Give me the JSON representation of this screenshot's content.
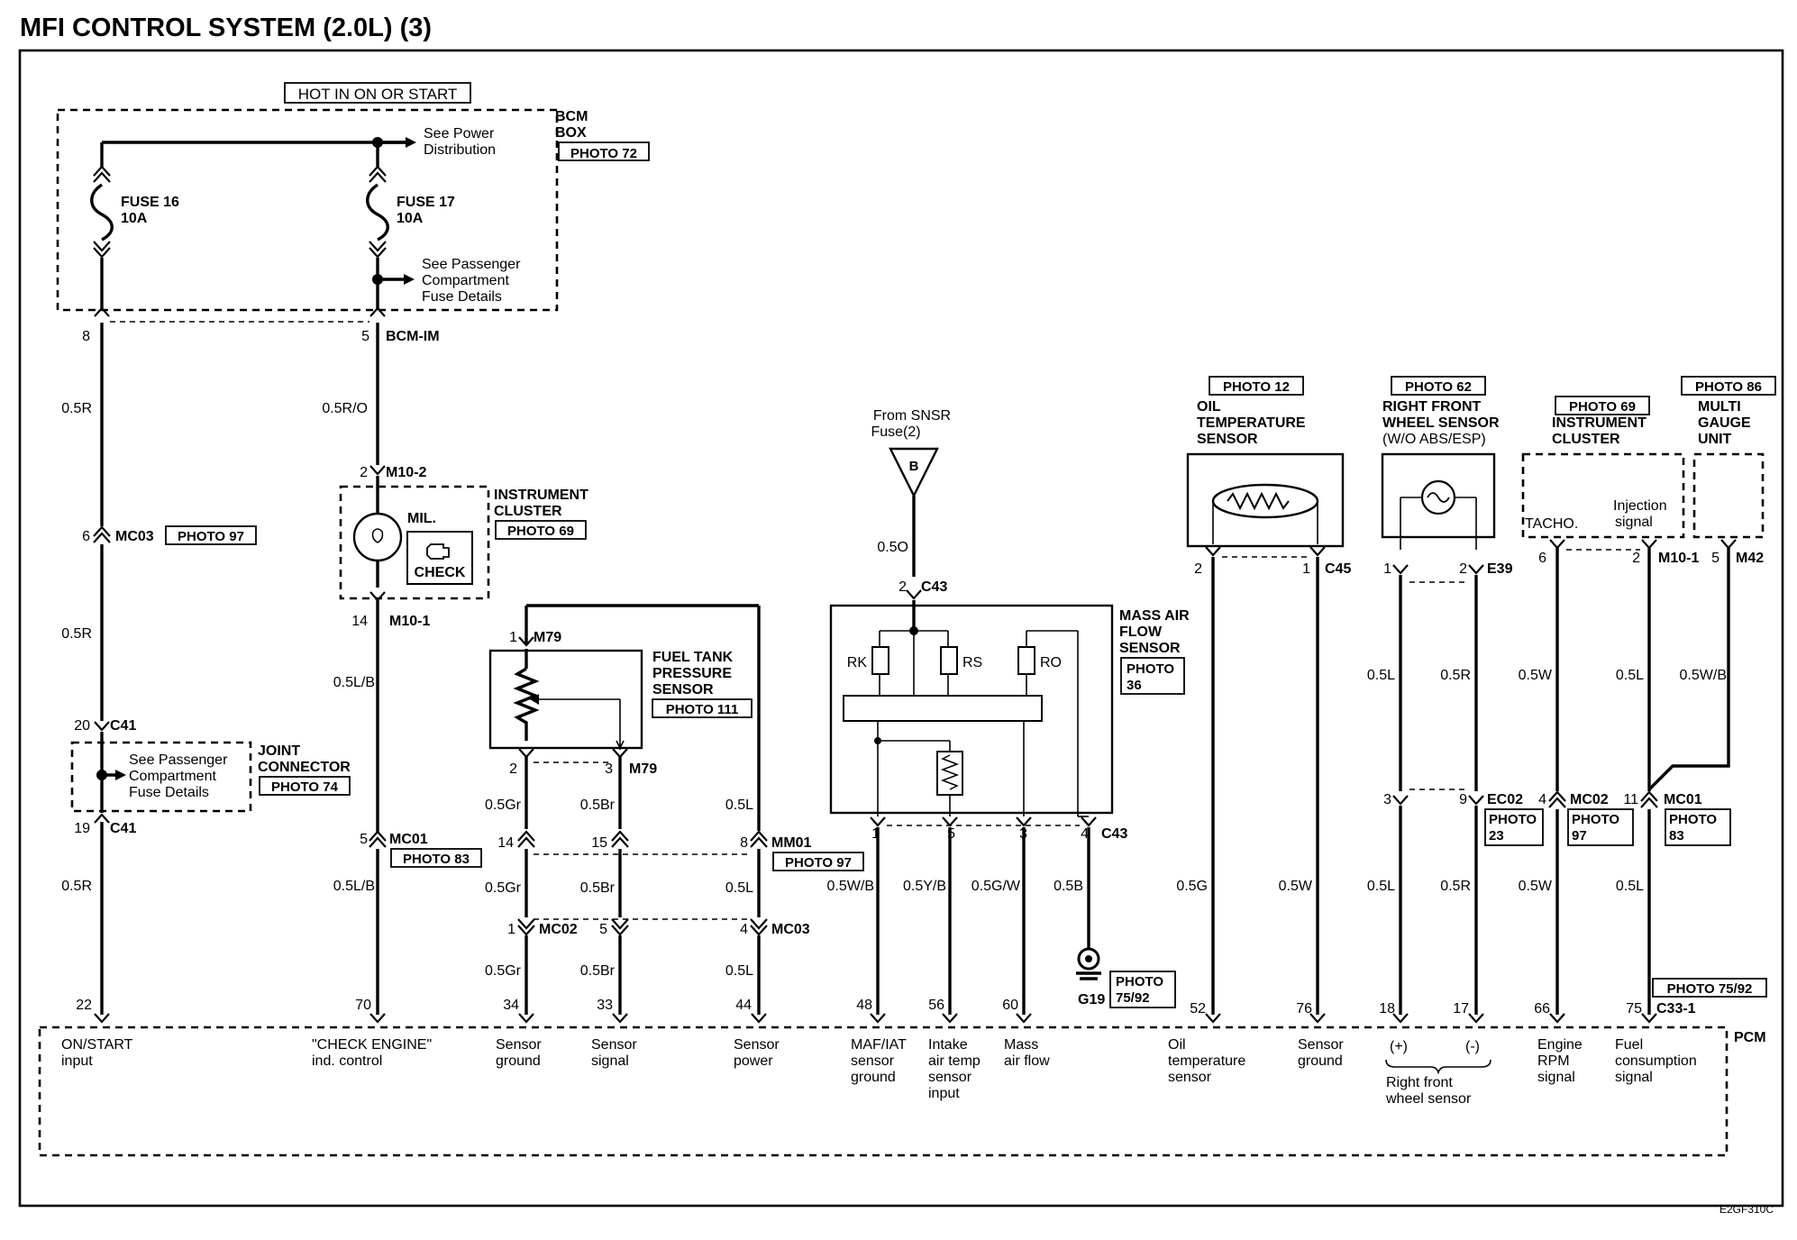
{
  "title": "MFI CONTROL SYSTEM (2.0L) (3)",
  "code": "E2GF310C",
  "top_label": "HOT IN ON OR START",
  "bcm": {
    "name_line1": "BCM",
    "name_line2": "BOX",
    "photo": "PHOTO 72",
    "fuse16_line1": "FUSE 16",
    "fuse16_line2": "10A",
    "fuse17_line1": "FUSE 17",
    "fuse17_line2": "10A",
    "power_line1": "See Power",
    "power_line2": "Distribution",
    "pass_line1": "See Passenger",
    "pass_line2": "Compartment",
    "pass_line3": "Fuse Details",
    "pin_left": "8",
    "pin_right": "5",
    "connector": "BCM-IM"
  },
  "wire1": {
    "w1": "0.5R",
    "pin_mc03": "6",
    "mc03": "MC03",
    "photo_mc03": "PHOTO 97",
    "w2": "0.5R",
    "pin_c41_top": "20",
    "c41_top": "C41",
    "joint_line1": "See Passenger",
    "joint_line2": "Compartment",
    "joint_line3": "Fuse Details",
    "joint_name1": "JOINT",
    "joint_name2": "CONNECTOR",
    "joint_photo": "PHOTO 74",
    "pin_c41_bot": "19",
    "c41_bot": "C41",
    "w3": "0.5R",
    "pcm_pin": "22"
  },
  "wire2": {
    "w1": "0.5R/O",
    "pin_m102": "2",
    "m102": "M10-2",
    "mil": "MIL.",
    "check": "CHECK",
    "ic_line1": "INSTRUMENT",
    "ic_line2": "CLUSTER",
    "ic_photo": "PHOTO 69",
    "pin_m101": "14",
    "m101": "M10-1",
    "w2": "0.5L/B",
    "pin_mc01": "5",
    "mc01": "MC01",
    "photo_mc01": "PHOTO 83",
    "w3": "0.5L/B",
    "pcm_pin": "70"
  },
  "ftps": {
    "name1": "FUEL TANK",
    "name2": "PRESSURE",
    "name3": "SENSOR",
    "photo": "PHOTO 111",
    "pin_top": "1",
    "conn_top": "M79",
    "pin_l": "2",
    "pin_r": "3",
    "conn_bot": "M79",
    "w_gr1": "0.5Gr",
    "w_br1": "0.5Br",
    "w_l1": "0.5L",
    "pin_14": "14",
    "pin_15": "15",
    "pin_8": "8",
    "mm01": "MM01",
    "photo_mm01": "PHOTO 97",
    "w_gr2": "0.5Gr",
    "w_br2": "0.5Br",
    "w_l2": "0.5L",
    "pin_1": "1",
    "mc02": "MC02",
    "pin_5": "5",
    "pin_4": "4",
    "mc03": "MC03",
    "w_gr3": "0.5Gr",
    "w_br3": "0.5Br",
    "w_l3": "0.5L",
    "pcm_34": "34",
    "pcm_33": "33",
    "pcm_44": "44"
  },
  "maf": {
    "from_line1": "From SNSR",
    "from_line2": "Fuse(2)",
    "tri": "B",
    "w_top": "0.5O",
    "pin_top": "2",
    "conn_top": "C43",
    "name1": "MASS AIR",
    "name2": "FLOW",
    "name3": "SENSOR",
    "photo1": "PHOTO",
    "photo2": "36",
    "rk": "RK",
    "rs": "RS",
    "ro": "RO",
    "pin1": "1",
    "pin5": "5",
    "pin3": "3",
    "pin4": "4",
    "conn_bot": "C43",
    "w1": "0.5W/B",
    "w5": "0.5Y/B",
    "w3": "0.5G/W",
    "w4": "0.5B",
    "ground": "G19",
    "gphoto1": "PHOTO",
    "gphoto2": "75/92",
    "pcm_48": "48",
    "pcm_56": "56",
    "pcm_60": "60"
  },
  "oil": {
    "photo": "PHOTO 12",
    "name1": "OIL",
    "name2": "TEMPERATURE",
    "name3": "SENSOR",
    "pin2": "2",
    "pin1": "1",
    "conn": "C45",
    "w1": "0.5G",
    "w2": "0.5W",
    "pcm_52": "52",
    "pcm_76": "76"
  },
  "wheel": {
    "photo": "PHOTO 62",
    "name1": "RIGHT FRONT",
    "name2": "WHEEL SENSOR",
    "name3": "(W/O ABS/ESP)",
    "pin1": "1",
    "pin2": "2",
    "conn": "E39",
    "w1": "0.5L",
    "w2": "0.5R",
    "pin3": "3",
    "pin9": "9",
    "ec02": "EC02",
    "ec02_photo1": "PHOTO",
    "ec02_photo2": "23",
    "w3": "0.5L",
    "w4": "0.5R",
    "pcm_18": "18",
    "pcm_17": "17"
  },
  "ic2": {
    "photo": "PHOTO 69",
    "name1": "INSTRUMENT",
    "name2": "CLUSTER",
    "tacho": "TACHO.",
    "inj1": "Injection",
    "inj2": "signal",
    "pin6": "6",
    "pin2": "2",
    "m101": "M10-1",
    "w1": "0.5W",
    "w2": "0.5L",
    "pin4": "4",
    "mc02": "MC02",
    "mc02_photo1": "PHOTO",
    "mc02_photo2": "97",
    "pin11": "11",
    "mc01": "MC01",
    "mc01_photo1": "PHOTO",
    "mc01_photo2": "83",
    "w3": "0.5W",
    "w4": "0.5L",
    "pcm_66": "66",
    "pcm_75": "75",
    "pcm_photo": "PHOTO 75/92",
    "pcm_conn": "C33-1"
  },
  "mgu": {
    "photo": "PHOTO 86",
    "name1": "MULTI",
    "name2": "GAUGE",
    "name3": "UNIT",
    "pin5": "5",
    "conn": "M42",
    "w1": "0.5W/B"
  },
  "pcm": {
    "name": "PCM",
    "l1a": "ON/START",
    "l1b": "input",
    "l2a": "\"CHECK ENGINE\"",
    "l2b": "ind. control",
    "l3a": "Sensor",
    "l3b": "ground",
    "l4a": "Sensor",
    "l4b": "signal",
    "l5a": "Sensor",
    "l5b": "power",
    "l6a": "MAF/IAT",
    "l6b": "sensor",
    "l6c": "ground",
    "l7a": "Intake",
    "l7b": "air temp",
    "l7c": "sensor",
    "l7d": "input",
    "l8a": "Mass",
    "l8b": "air flow",
    "l9a": "Oil",
    "l9b": "temperature",
    "l9c": "sensor",
    "l10a": "Sensor",
    "l10b": "ground",
    "plus": "(+)",
    "minus": "(-)",
    "l11a": "Right front",
    "l11b": "wheel sensor",
    "l12a": "Engine",
    "l12b": "RPM",
    "l12c": "signal",
    "l13a": "Fuel",
    "l13b": "consumption",
    "l13c": "signal"
  }
}
